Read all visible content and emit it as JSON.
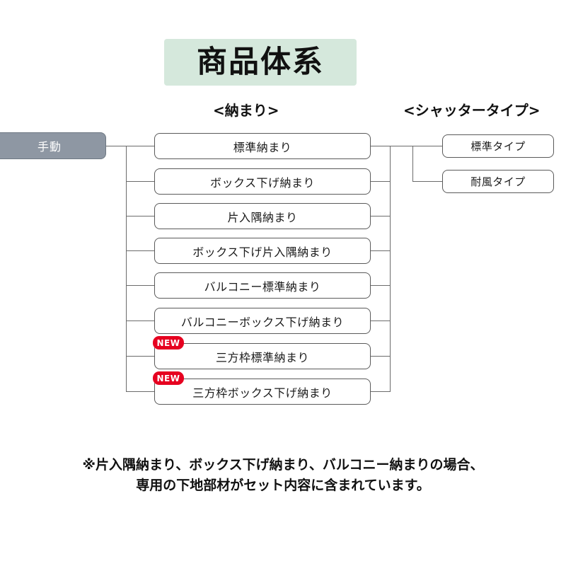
{
  "title": "商品体系",
  "headers": {
    "left": "<納まり>",
    "right": "<シャッタータイプ>"
  },
  "root": {
    "label": "手動"
  },
  "badge": {
    "new_label": "NEW"
  },
  "nakamari_items": [
    {
      "label": "標準納まり",
      "is_new": false
    },
    {
      "label": "ボックス下げ納まり",
      "is_new": false
    },
    {
      "label": "片入隅納まり",
      "is_new": false
    },
    {
      "label": "ボックス下げ片入隅納まり",
      "is_new": false
    },
    {
      "label": "バルコニー標準納まり",
      "is_new": false
    },
    {
      "label": "バルコニーボックス下げ納まり",
      "is_new": false
    },
    {
      "label": "三方枠標準納まり",
      "is_new": true
    },
    {
      "label": "三方枠ボックス下げ納まり",
      "is_new": true
    }
  ],
  "shutter_types": [
    {
      "label": "標準タイプ"
    },
    {
      "label": "耐風タイプ"
    }
  ],
  "footnote": {
    "line1": "※片入隅納まり、ボックス下げ納まり、バルコニー納まりの場合、",
    "line2": "専用の下地部材がセット内容に含まれています。"
  },
  "colors": {
    "title_background": "#d5e8dc",
    "root_background": "#8e97a3",
    "badge_background": "#e60020",
    "line": "#6b6b6b",
    "box_border": "#5a5a5a"
  }
}
